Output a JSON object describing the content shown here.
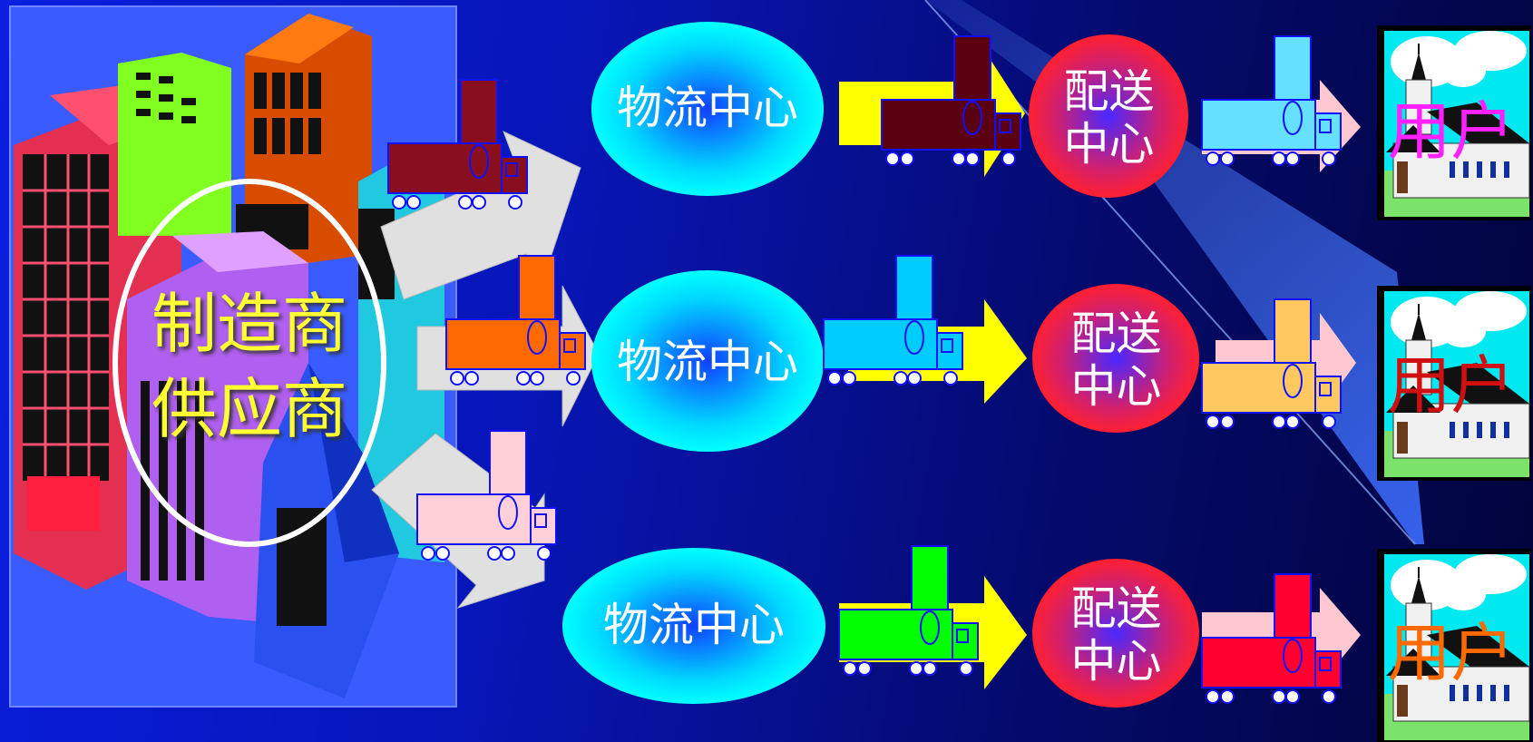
{
  "manufacturer": {
    "label_line1": "制造商",
    "label_line2": "供应商"
  },
  "logistics_centers": [
    {
      "label": "物流中心"
    },
    {
      "label": "物流中心"
    },
    {
      "label": "物流中心"
    }
  ],
  "distribution_centers": [
    {
      "label": "配送\n中心"
    },
    {
      "label": "配送\n中心"
    },
    {
      "label": "配送\n中心"
    }
  ],
  "users": [
    {
      "label": "用户",
      "color": "#ff22ff"
    },
    {
      "label": "用户",
      "color": "#d01010"
    },
    {
      "label": "用户",
      "color": "#ff6a00"
    }
  ],
  "colors": {
    "background": "#0716b8",
    "logistics_oval": "#00f0f0",
    "distribution_circle": "#ff2030",
    "arrow_white": "#e0e0e0",
    "arrow_yellow": "#ffff00",
    "arrow_pink": "#ffc8d0"
  },
  "trucks": [
    {
      "name": "truck-maroon-1",
      "color": "#8a0f1e"
    },
    {
      "name": "truck-orange",
      "color": "#ff6a00"
    },
    {
      "name": "truck-pink",
      "color": "#ffd0d8"
    },
    {
      "name": "truck-maroon-2",
      "color": "#5a0010"
    },
    {
      "name": "truck-cyan-1",
      "color": "#00ccff"
    },
    {
      "name": "truck-green",
      "color": "#00ff00"
    },
    {
      "name": "truck-lightblue",
      "color": "#66e0ff"
    },
    {
      "name": "truck-gold",
      "color": "#ffc860"
    },
    {
      "name": "truck-red",
      "color": "#ff0030"
    }
  ]
}
